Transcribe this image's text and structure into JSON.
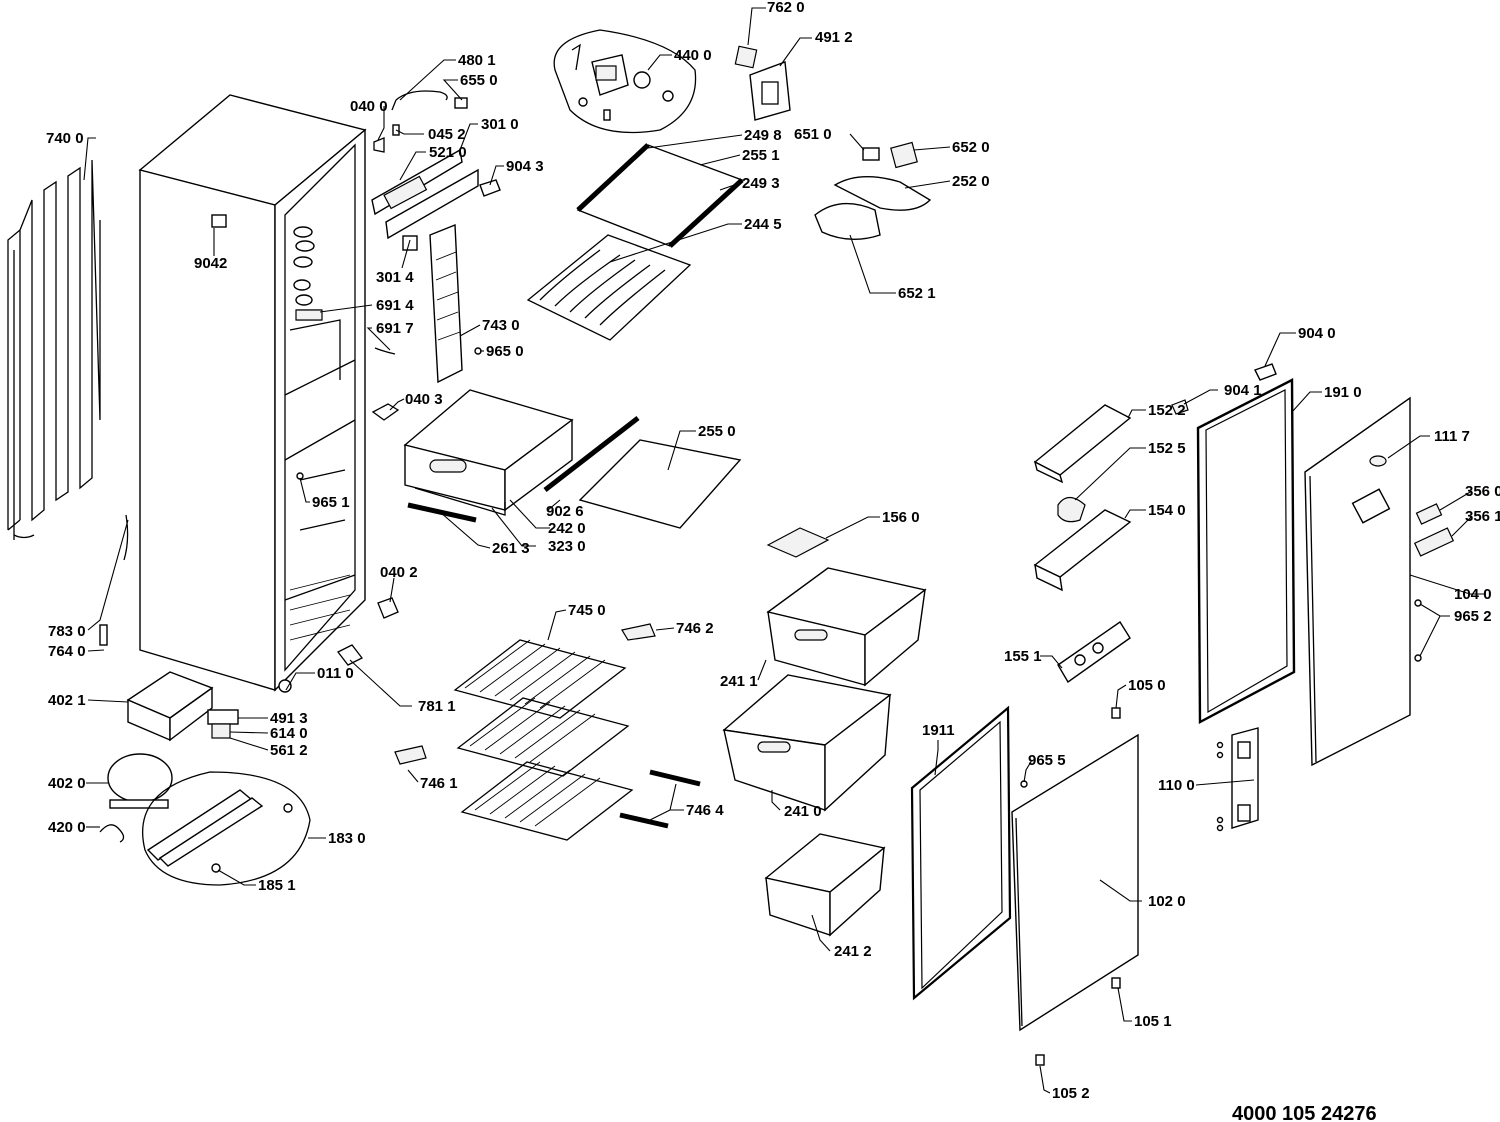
{
  "document_number": "4000 105 24276",
  "callouts": {
    "p7620": "762 0",
    "p4912": "491 2",
    "p4400": "440 0",
    "p4801": "480 1",
    "p6550": "655 0",
    "p0400": "040 0",
    "p0452": "045 2",
    "p3010": "301 0",
    "p5210": "521 0",
    "p9043": "904 3",
    "p2498": "249 8",
    "p2551": "255 1",
    "p2493": "249 3",
    "p6510": "651 0",
    "p6520": "652 0",
    "p2520": "252 0",
    "p7400": "740 0",
    "p9042": "9042",
    "p3014": "301 4",
    "p2445": "244 5",
    "p6521": "652 1",
    "p6914": "691 4",
    "p6917": "691 7",
    "p7430": "743 0",
    "p9650": "965 0",
    "p0403": "040 3",
    "p2550": "255 0",
    "p9651": "965 1",
    "p9026": "902 6",
    "p2420": "242 0",
    "p2613": "261 3",
    "p3230": "323 0",
    "p1560": "156 0",
    "p0402": "040 2",
    "p7830": "783 0",
    "p7640": "764 0",
    "p0110": "011 0",
    "p7450": "745 0",
    "p7462": "746 2",
    "p4021": "402 1",
    "p4913": "491 3",
    "p6140": "614 0",
    "p5612": "561 2",
    "p7811": "781 1",
    "p4020": "402 0",
    "p4200": "420 0",
    "p1830": "183 0",
    "p1851": "185 1",
    "p7461": "746 1",
    "p7464": "746 4",
    "p2411": "241 1",
    "p2410": "241 0",
    "p2412": "241 2",
    "p9040": "904 0",
    "p9041": "904 1",
    "p1910": "191 0",
    "p1522": "152 2",
    "p1525": "152 5",
    "p1117": "111 7",
    "p1540": "154 0",
    "p3560": "356 0",
    "p3561": "356 1",
    "p1040": "104 0",
    "p9652": "965 2",
    "p1551": "155 1",
    "p1050": "105 0",
    "p1911": "1911",
    "p9655": "965 5",
    "p1100": "110 0",
    "p1020": "102 0",
    "p1051": "105 1",
    "p1052": "105 2"
  }
}
